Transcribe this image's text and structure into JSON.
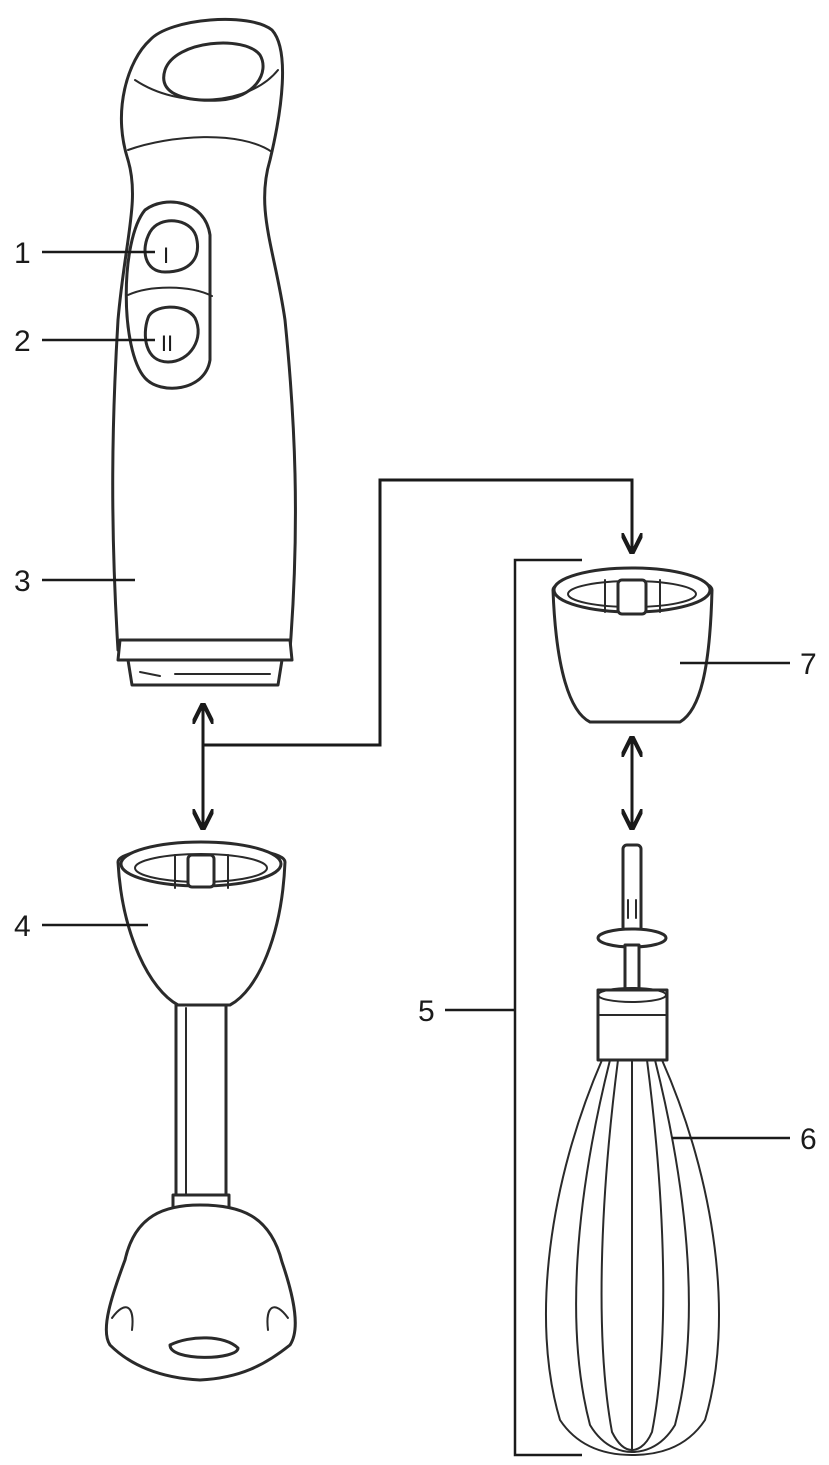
{
  "labels": {
    "l1": "1",
    "l2": "2",
    "l3": "3",
    "l4": "4",
    "l5": "5",
    "l6": "6",
    "l7": "7"
  },
  "button_marks": {
    "button_1": "I",
    "button_2": "II"
  },
  "colors": {
    "line": "#2a2a2a",
    "background": "#ffffff"
  }
}
